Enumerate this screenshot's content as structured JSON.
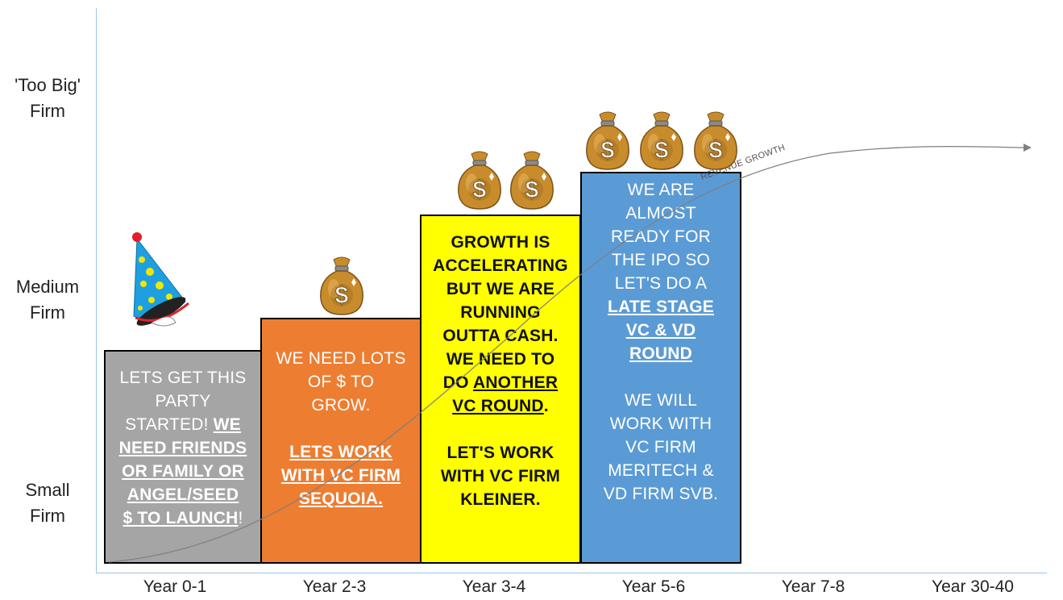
{
  "y_axis": {
    "labels": [
      [
        "'Too Big'",
        "Firm"
      ],
      [
        "Medium",
        "Firm"
      ],
      [
        "Small",
        "Firm"
      ]
    ]
  },
  "x_axis": {
    "labels": [
      "Year 0-1",
      "Year 2-3",
      "Year 3-4",
      "Year 5-6",
      "Year 7-8",
      "Year 30-40"
    ]
  },
  "stages": [
    {
      "color": "#a5a5a5",
      "text_color": "#ffffff",
      "icon": "party-hat-icon",
      "lines": [
        "LETS GET THIS",
        "PARTY",
        "STARTED! ",
        "WE",
        "NEED FRIENDS",
        "OR FAMILY OR",
        "ANGEL/SEED",
        "$ TO LAUNCH",
        "!"
      ]
    },
    {
      "color": "#ed7d31",
      "text_color": "#ffffff",
      "icon": "money-bag-icon",
      "bags": 1,
      "lines": [
        "WE NEED LOTS",
        "OF $ TO",
        "GROW.",
        "LETS WORK",
        "WITH VC FIRM",
        "SEQUOIA."
      ]
    },
    {
      "color": "#ffff00",
      "text_color": "#111111",
      "icon": "money-bag-icon",
      "bags": 2,
      "lines": [
        "GROWTH IS",
        "ACCELERATING",
        "BUT WE ARE",
        "RUNNING",
        "OUTTA CASH.",
        "WE NEED TO",
        "DO ",
        "ANOTHER",
        "VC ROUND",
        ".",
        "LET'S WORK",
        "WITH VC FIRM",
        "KLEINER."
      ]
    },
    {
      "color": "#5b9bd5",
      "text_color": "#ffffff",
      "icon": "money-bag-icon",
      "bags": 3,
      "lines": [
        "WE ARE",
        "ALMOST",
        "READY FOR",
        "THE IPO SO",
        "LET'S DO A",
        "LATE STAGE",
        "VC & VD",
        "ROUND",
        "WE WILL",
        "WORK WITH",
        "VC FIRM",
        "MERITECH &",
        "VD FIRM SVB."
      ]
    }
  ],
  "growth_curve": {
    "label": "REVENUE GROWTH"
  }
}
